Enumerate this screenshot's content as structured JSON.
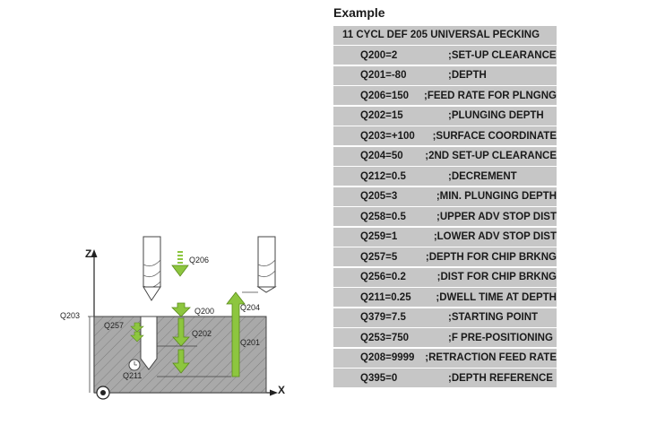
{
  "example": {
    "title": "Example",
    "header": "11 CYCL DEF 205  UNIVERSAL PECKING",
    "rows": [
      {
        "param": "Q200=2",
        "comment": ";SET-UP CLEARANCE"
      },
      {
        "param": "Q201=-80",
        "comment": ";DEPTH"
      },
      {
        "param": "Q206=150",
        "comment": ";FEED RATE FOR PLNGNG"
      },
      {
        "param": "Q202=15",
        "comment": ";PLUNGING DEPTH"
      },
      {
        "param": "Q203=+100",
        "comment": ";SURFACE COORDINATE"
      },
      {
        "param": "Q204=50",
        "comment": ";2ND SET-UP CLEARANCE"
      },
      {
        "param": "Q212=0.5",
        "comment": ";DECREMENT"
      },
      {
        "param": "Q205=3",
        "comment": ";MIN. PLUNGING DEPTH"
      },
      {
        "param": "Q258=0.5",
        "comment": ";UPPER ADV STOP DIST"
      },
      {
        "param": "Q259=1",
        "comment": ";LOWER ADV STOP DIST"
      },
      {
        "param": "Q257=5",
        "comment": ";DEPTH FOR CHIP BRKNG"
      },
      {
        "param": "Q256=0.2",
        "comment": ";DIST FOR CHIP BRKNG"
      },
      {
        "param": "Q211=0.25",
        "comment": ";DWELL TIME AT DEPTH"
      },
      {
        "param": "Q379=7.5",
        "comment": ";STARTING POINT"
      },
      {
        "param": "Q253=750",
        "comment": ";F PRE-POSITIONING"
      },
      {
        "param": "Q208=9999",
        "comment": ";RETRACTION FEED RATE"
      },
      {
        "param": "Q395=0",
        "comment": ";DEPTH REFERENCE"
      }
    ]
  },
  "diagram": {
    "axis_z": "Z",
    "axis_x": "X",
    "labels": {
      "q206": "Q206",
      "q204": "Q204",
      "q200": "Q200",
      "q203": "Q203",
      "q257": "Q257",
      "q202": "Q202",
      "q201": "Q201",
      "q211": "Q211"
    },
    "colors": {
      "arrow": "#8dc63f",
      "arrow_stroke": "#5a8a1a",
      "workpiece": "#a9a9a9",
      "table_row": "#c6c6c6"
    }
  }
}
